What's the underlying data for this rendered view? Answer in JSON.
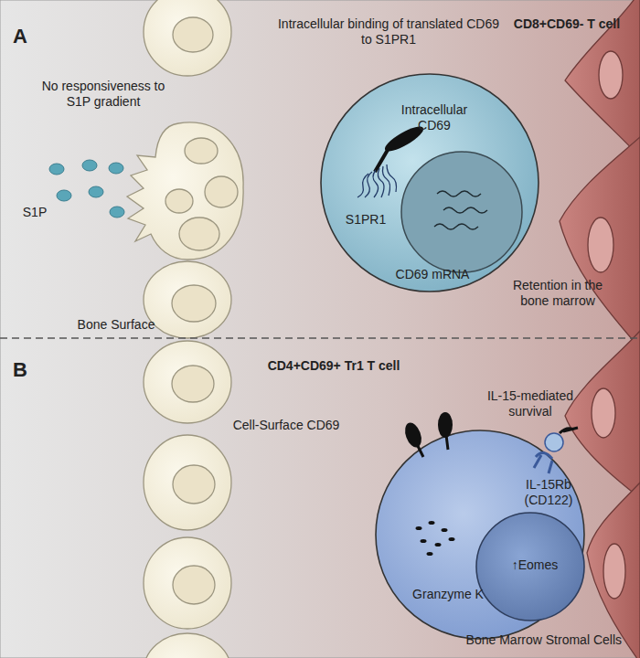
{
  "diagram": {
    "nodes": [
      {
        "text": [
          "CD8+CD69- T cell",
          "Intracellular CD69",
          "S1PR1",
          "CD69 mRNA"
        ]
      },
      {
        "text": [
          "CD4+CD69+ Tr1 T cell",
          "Granzyme K"
        ]
      },
      {
        "text": [
          "↑Eomes"
        ],
        "in": 1
      }
    ],
    "labels": [
      "A",
      "No responsiveness to S1P gradient",
      "S1P",
      "Intracellular binding of translated CD69 to S1PR1",
      "Retention in the bone marrow",
      "Bone Surface",
      "B",
      "Cell-Surface CD69",
      "IL-15-mediated survival",
      "IL-15Rb (CD122)",
      "Bone Marrow Stromal Cells"
    ]
  }
}
